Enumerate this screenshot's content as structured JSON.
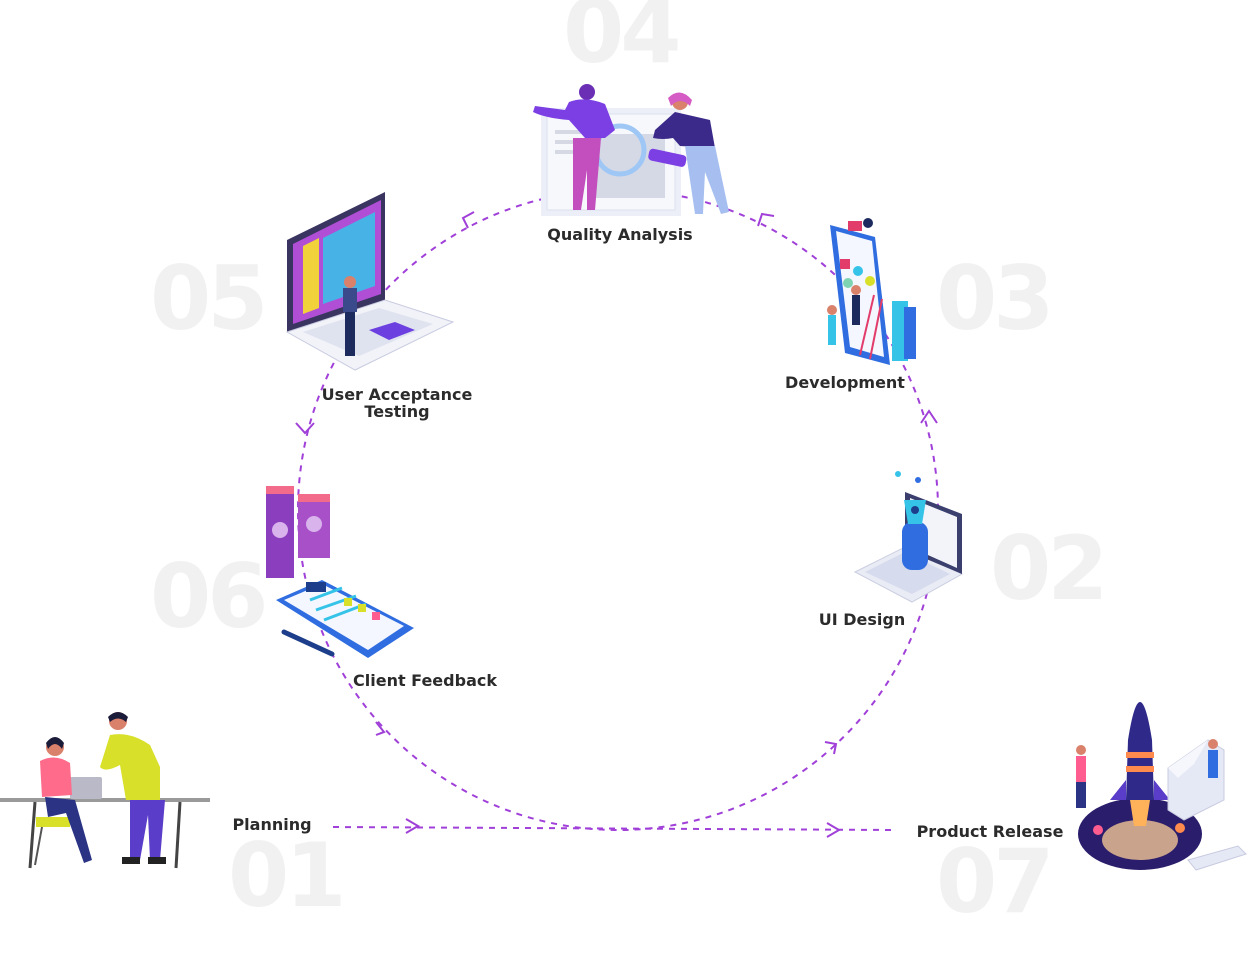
{
  "steps": [
    {
      "number": "01",
      "label": "Planning"
    },
    {
      "number": "02",
      "label": "UI Design"
    },
    {
      "number": "03",
      "label": "Development"
    },
    {
      "number": "04",
      "label": "Quality Analysis"
    },
    {
      "number": "05",
      "label": "User Acceptance Testing"
    },
    {
      "number": "06",
      "label": "Client Feedback"
    },
    {
      "number": "07",
      "label": "Product Release"
    }
  ],
  "colors": {
    "path": "#a040d8",
    "number": "#f1f1f1",
    "label": "#2b2b2b",
    "purple": "#7b3fe4",
    "violet": "#b04fd6",
    "blue": "#2f6de0",
    "cyan": "#35c3e8",
    "yellow": "#d8e02a",
    "pink": "#ff5d8f"
  },
  "icons": [
    "planning-team-illustration",
    "pen-tool-laptop-illustration",
    "mobile-dev-illustration",
    "magnifier-analysis-illustration",
    "laptop-testing-illustration",
    "clipboard-feedback-illustration",
    "rocket-launch-illustration"
  ]
}
